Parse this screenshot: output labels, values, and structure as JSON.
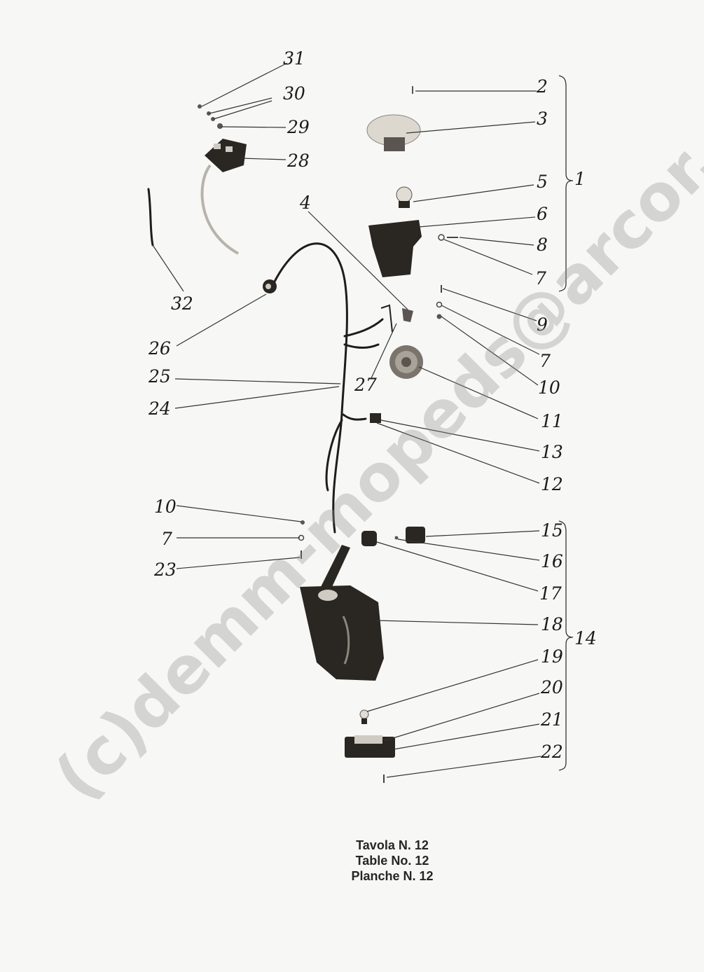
{
  "caption": {
    "line1": "Tavola N. 12",
    "line2": "Table No. 12",
    "line3": "Planche N. 12"
  },
  "watermark": "(c)demm-mopeds@arcor.de",
  "callouts": {
    "n1": "1",
    "n2": "2",
    "n3": "3",
    "n4": "4",
    "n5": "5",
    "n6": "6",
    "n7a": "7",
    "n7b": "7",
    "n7c": "7",
    "n8": "8",
    "n9": "9",
    "n10a": "10",
    "n10b": "10",
    "n11": "11",
    "n12": "12",
    "n13": "13",
    "n14": "14",
    "n15": "15",
    "n16": "16",
    "n17": "17",
    "n18": "18",
    "n19": "19",
    "n20": "20",
    "n21": "21",
    "n22": "22",
    "n23": "23",
    "n24": "24",
    "n25": "25",
    "n26": "26",
    "n27": "27",
    "n28": "28",
    "n29": "29",
    "n30": "30",
    "n31": "31",
    "n32": "32"
  }
}
